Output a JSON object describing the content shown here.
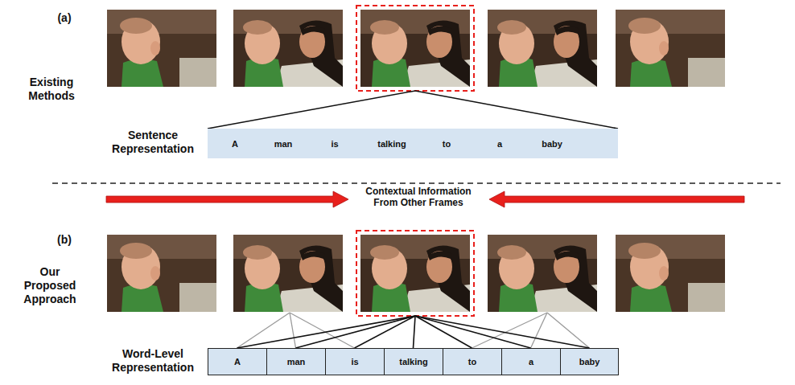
{
  "diagram": {
    "nodes": [
      {
        "text": [
          "A",
          "man",
          "is",
          "talking",
          "to",
          "a",
          "baby"
        ]
      },
      {
        "text": [
          "A"
        ]
      },
      {
        "text": [
          "man"
        ]
      },
      {
        "text": [
          "is"
        ]
      },
      {
        "text": [
          "talking"
        ]
      },
      {
        "text": [
          "to"
        ]
      },
      {
        "text": [
          "a"
        ]
      },
      {
        "text": [
          "baby"
        ]
      }
    ],
    "labels": [
      "(a)",
      "Existing Methods",
      "Sentence Representation",
      "Contextual Information From Other Frames",
      "(b)",
      "Our Proposed Approach",
      "Word-Level Representation"
    ]
  }
}
